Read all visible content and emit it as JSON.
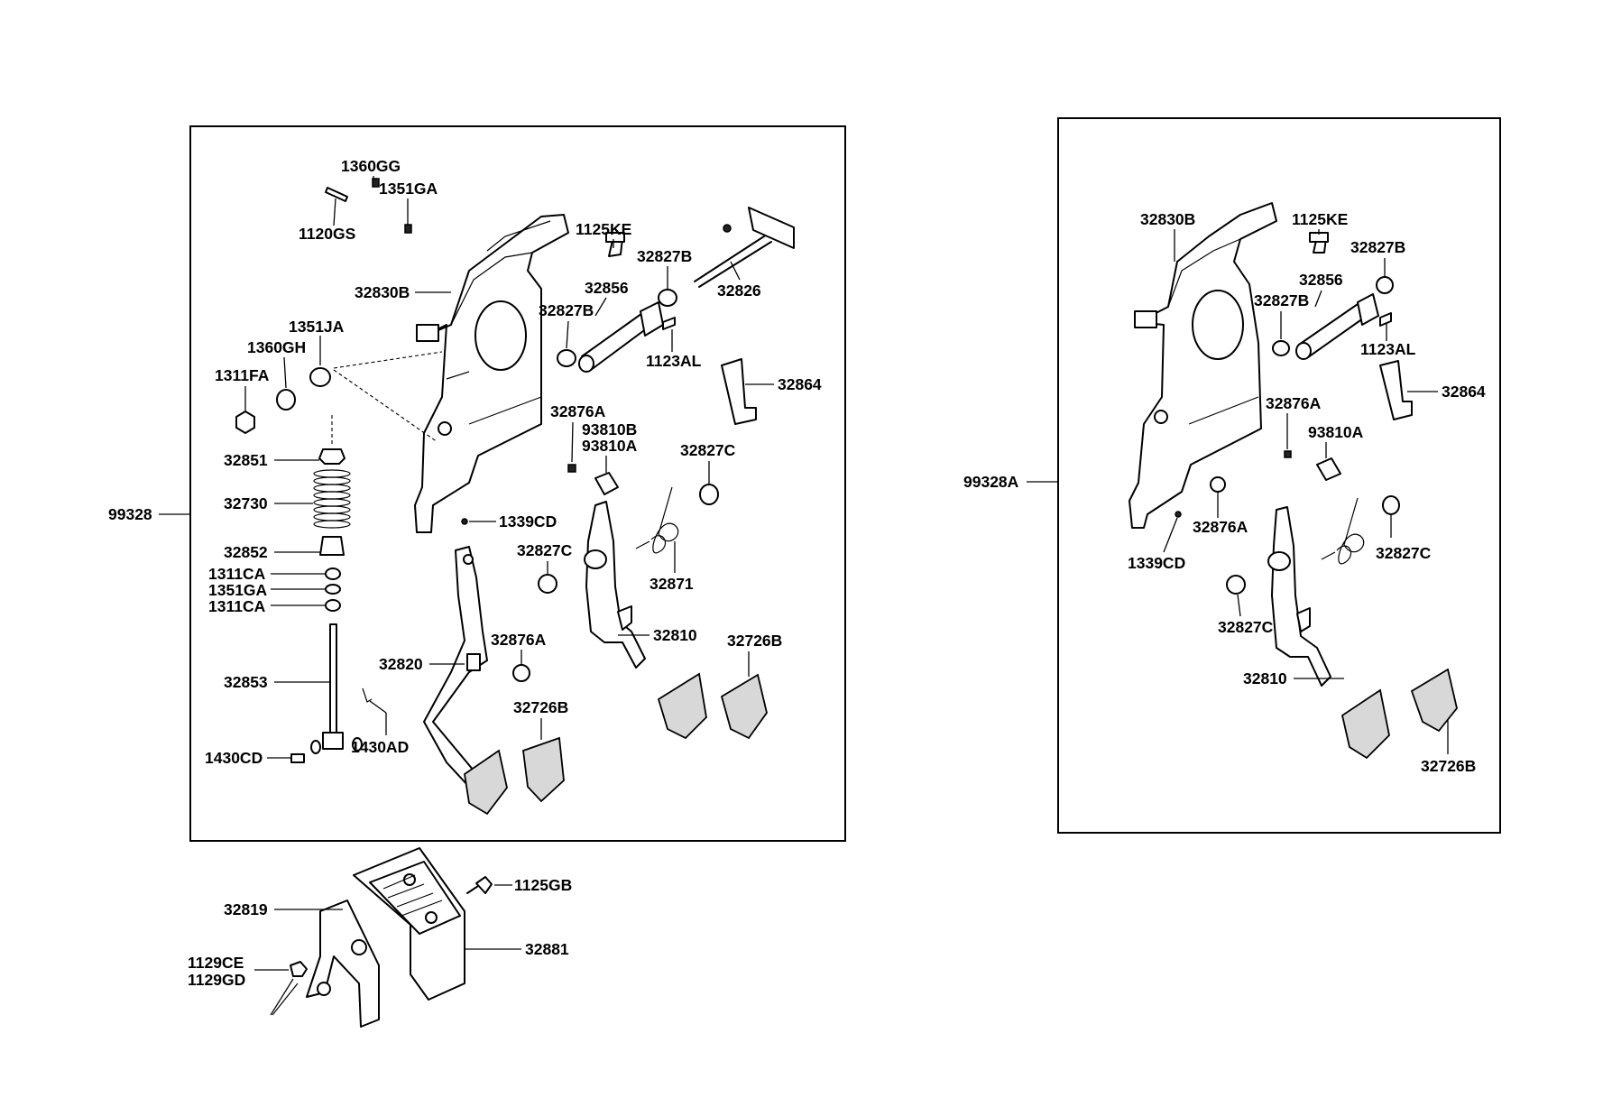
{
  "diagram": {
    "left_assembly": {
      "label": "99328",
      "callouts": [
        "1360GG",
        "1351GA",
        "1120GS",
        "1125KE",
        "32827B",
        "32856",
        "32826",
        "32830B",
        "32827B",
        "1123AL",
        "1351JA",
        "1360GH",
        "1311FA",
        "32864",
        "32876A",
        "93810B",
        "93810A",
        "32851",
        "32827C",
        "32730",
        "1339CD",
        "32852",
        "32827C",
        "32871",
        "1311CA",
        "1351GA",
        "1311CA",
        "32876A",
        "32810",
        "32820",
        "32726B",
        "32853",
        "32726B",
        "1430AD",
        "1430CD"
      ]
    },
    "right_assembly": {
      "label": "99328A",
      "callouts": [
        "32830B",
        "1125KE",
        "32827B",
        "32856",
        "32827B",
        "1123AL",
        "32864",
        "32876A",
        "93810A",
        "1339CD",
        "32876A",
        "32827C",
        "32827C",
        "32810",
        "32726B"
      ]
    },
    "bottom_assembly": {
      "callouts": [
        "1125GB",
        "32819",
        "32881",
        "1129CE",
        "1129GD"
      ]
    }
  }
}
